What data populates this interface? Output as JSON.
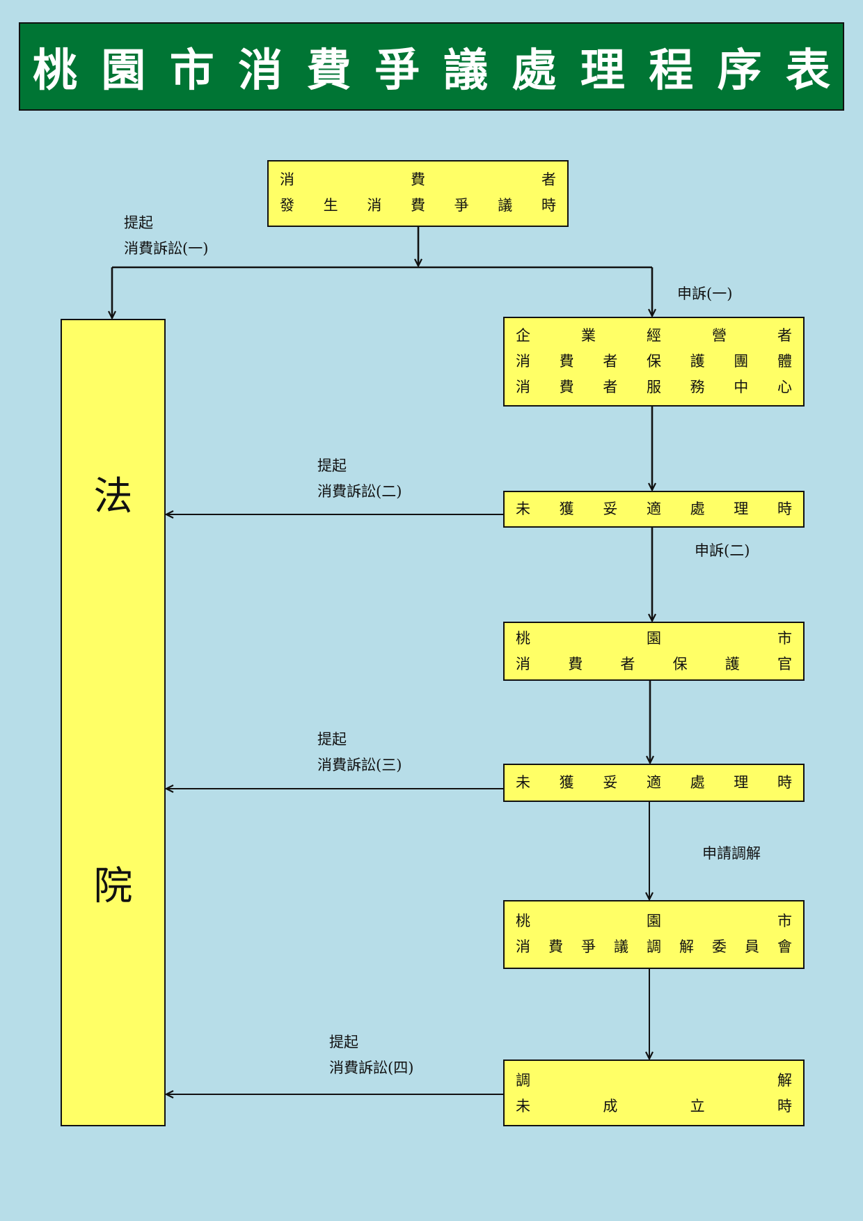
{
  "title": "桃園市消費爭議處理程序表",
  "title_chars": [
    "桃",
    "園",
    "市",
    "消",
    "費",
    "爭",
    "議",
    "處",
    "理",
    "程",
    "序",
    "表"
  ],
  "colors": {
    "background": "#b7dde8",
    "title_bar": "#007534",
    "box_fill": "#ffff66",
    "line": "#111111"
  },
  "nodes": {
    "consumer_dispute": {
      "rows": [
        [
          "消",
          "費",
          "者"
        ],
        [
          "發",
          "生",
          "消",
          "費",
          "爭",
          "議",
          "時"
        ]
      ]
    },
    "complaint_targets": {
      "rows": [
        [
          "企",
          "業",
          "經",
          "營",
          "者"
        ],
        [
          "消",
          "費",
          "者",
          "保",
          "護",
          "團",
          "體"
        ],
        [
          "消",
          "費",
          "者",
          "服",
          "務",
          "中",
          "心"
        ]
      ]
    },
    "not_resolved_1": {
      "rows": [
        [
          "未",
          "獲",
          "妥",
          "適",
          "處",
          "理",
          "時"
        ]
      ]
    },
    "consumer_ombudsman": {
      "rows": [
        [
          "桃",
          "園",
          "市"
        ],
        [
          "消",
          "費",
          "者",
          "保",
          "護",
          "官"
        ]
      ]
    },
    "not_resolved_2": {
      "rows": [
        [
          "未",
          "獲",
          "妥",
          "適",
          "處",
          "理",
          "時"
        ]
      ]
    },
    "mediation_committee": {
      "rows": [
        [
          "桃",
          "園",
          "市"
        ],
        [
          "消",
          "費",
          "爭",
          "議",
          "調",
          "解",
          "委",
          "員",
          "會"
        ]
      ]
    },
    "mediation_failed": {
      "rows": [
        [
          "調",
          "解"
        ],
        [
          "未",
          "成",
          "立",
          "時"
        ]
      ]
    },
    "court": {
      "chars": [
        "法",
        "院"
      ]
    }
  },
  "edge_labels": {
    "complaint_1": "申訴(一)",
    "complaint_2": "申訴(二)",
    "mediation_request": "申請調解",
    "lawsuit_1": {
      "line1": "提起",
      "line2": "消費訴訟(一)"
    },
    "lawsuit_2": {
      "line1": "提起",
      "line2": "消費訴訟(二)"
    },
    "lawsuit_3": {
      "line1": "提起",
      "line2": "消費訴訟(三)"
    },
    "lawsuit_4": {
      "line1": "提起",
      "line2": "消費訴訟(四)"
    }
  }
}
